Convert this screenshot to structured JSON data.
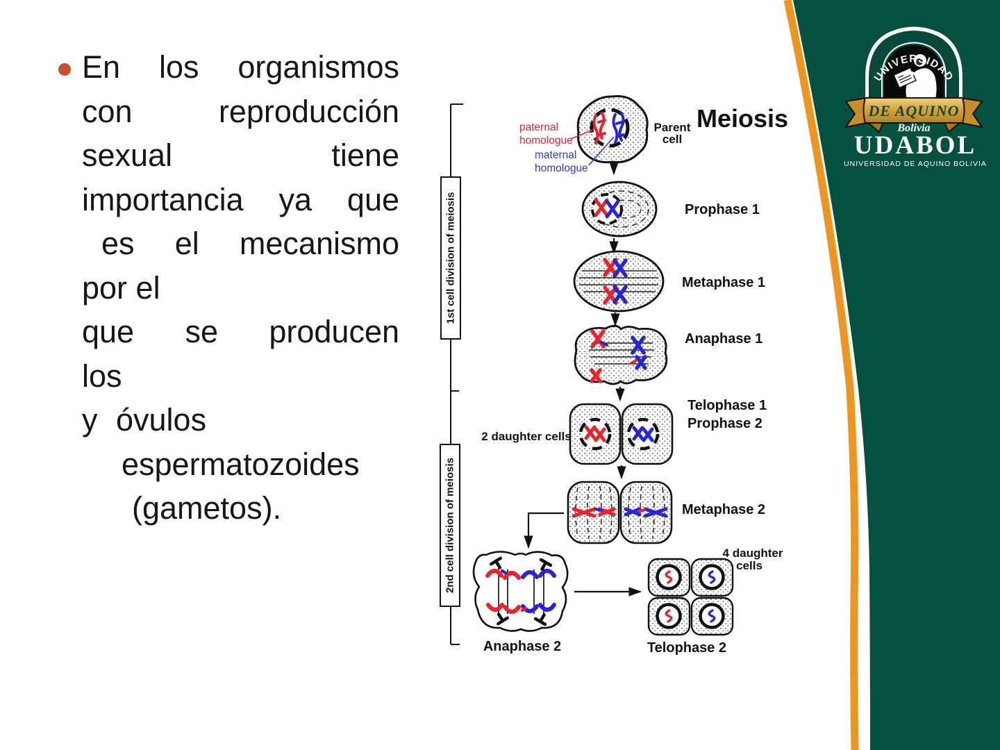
{
  "colors": {
    "sidebar_green": "#045140",
    "logo_ring_green": "#07483A",
    "stripe_orange": "#F0941E",
    "ribbon_gold": "#D9A33C",
    "chromosome_red": "#E8232B",
    "chromosome_blue": "#2626D8",
    "bullet_dot": "#C5522D"
  },
  "bullet": {
    "lines": [
      "En los organismos",
      "con reproducción",
      "sexual tiene",
      "importancia ya que",
      "es el mecanismo",
      "por el",
      "que se producen",
      "los",
      "y óvulos",
      "espermatozoides",
      "(gametos)."
    ]
  },
  "diagram": {
    "title": "Meiosis",
    "parent_cell_label_line1": "Parent",
    "parent_cell_label_line2": "cell",
    "paternal_label_line1": "paternal",
    "paternal_label_line2": "homologue",
    "maternal_label_line1": "maternal",
    "maternal_label_line2": "homologue",
    "stage_prophase1": "Prophase 1",
    "stage_metaphase1": "Metaphase 1",
    "stage_anaphase1": "Anaphase 1",
    "stage_telophase1": "Telophase 1",
    "stage_prophase2": "Prophase 2",
    "stage_metaphase2": "Metaphase 2",
    "stage_anaphase2": "Anaphase 2",
    "stage_telophase2": "Telophase 2",
    "two_daughter_cells": "2 daughter cells",
    "four_daughter_line1": "4 daughter",
    "four_daughter_line2": "cells",
    "division1_label": "1st cell division of meiosis",
    "division2_label": "2nd cell division of meiosis"
  },
  "logo": {
    "arc_text": "UNIVERSIDAD",
    "ribbon_text": "DE AQUINO",
    "country": "Bolivia",
    "acronym": "UDABOL",
    "subtitle": "UNIVERSIDAD DE AQUINO BOLIVIA"
  }
}
